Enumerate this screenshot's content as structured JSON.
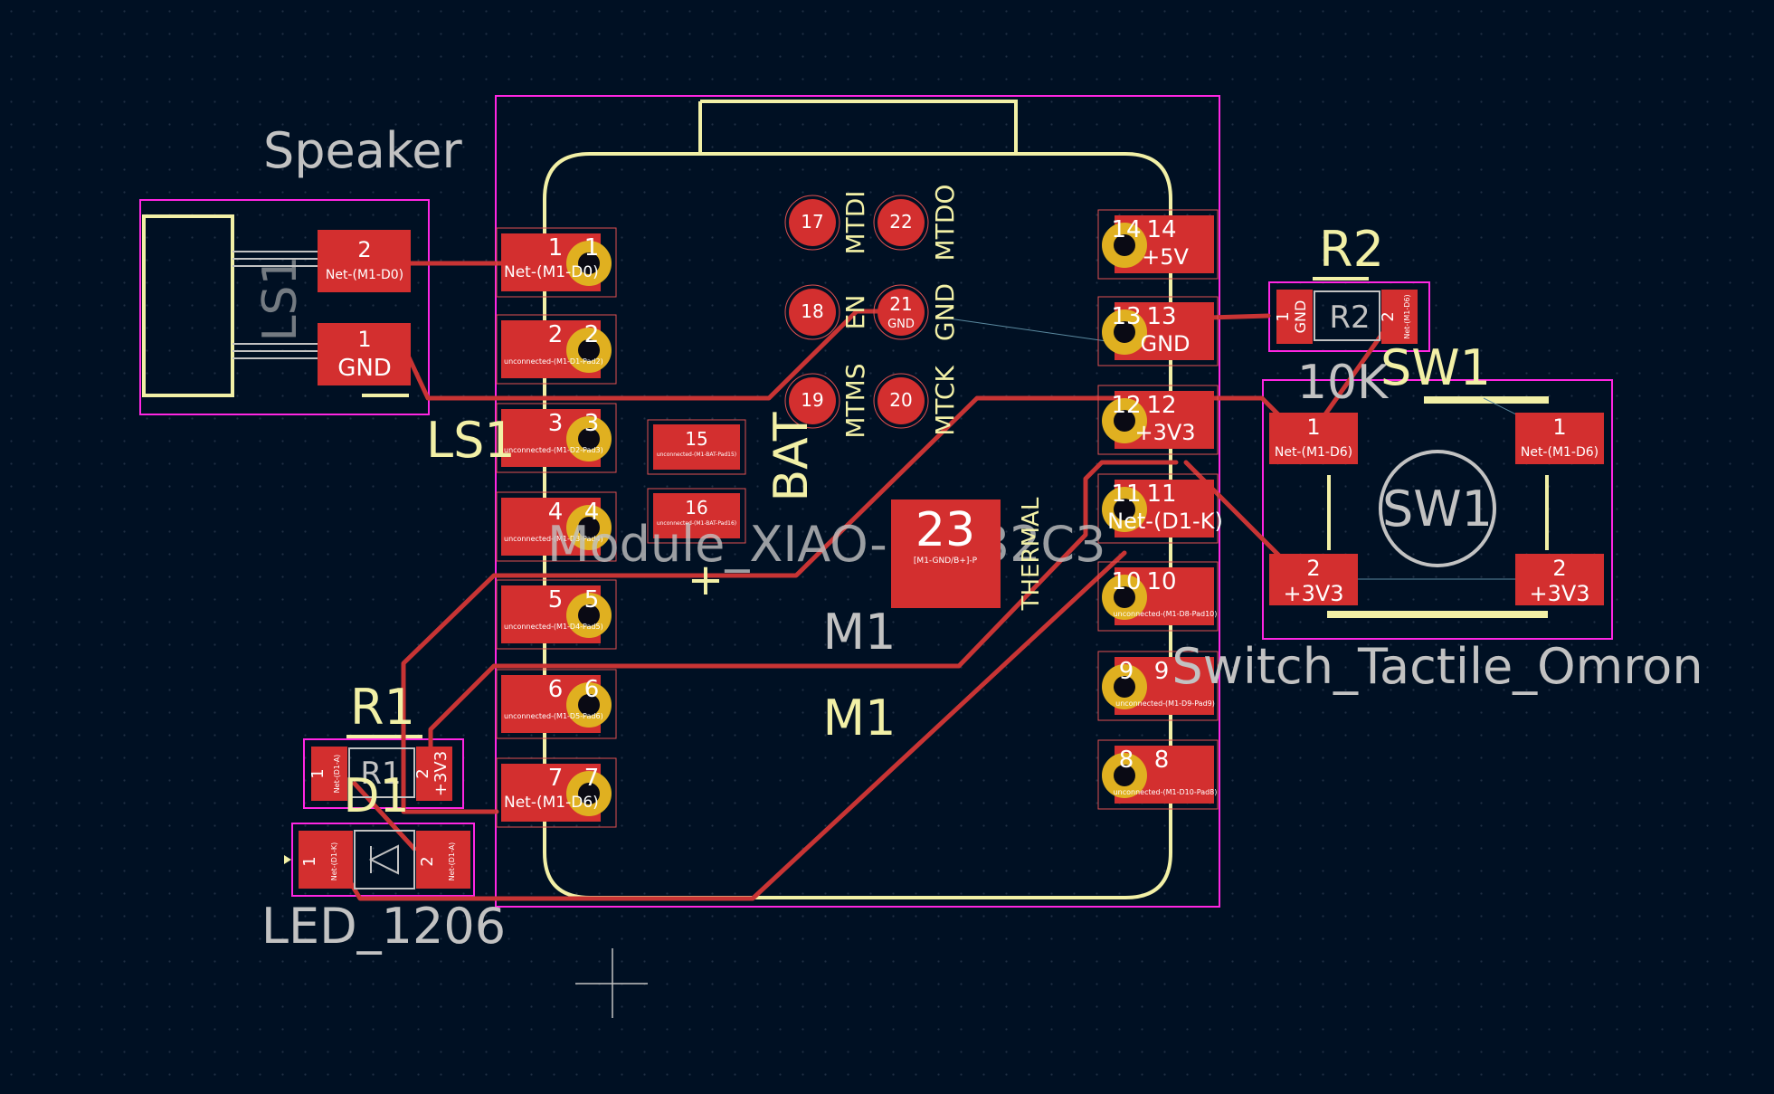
{
  "colors": {
    "background": "#001023",
    "grid_dot": "#1f2f44",
    "pad": "#d32f2f",
    "track": "#c83434",
    "pad_ring": "#e0b020",
    "silkscreen": "#f2f0a6",
    "courtyard": "#ff26e2",
    "fab_text": "#c2c2c2",
    "pad_outline": "#e05050",
    "ratsnest": "#5a8aa0"
  },
  "module": {
    "ref_top": "M1",
    "ref_bottom": "M1",
    "value": "Module_XIAO-ESP32C3",
    "bat_label": "BAT",
    "plus_label": "+",
    "thermal_label": "THERMAL",
    "thermal_pad": "23",
    "thermal_net": "[M1-GND/B+]-P",
    "left_pins": [
      {
        "num": "1",
        "net": "Net-(M1-D0)"
      },
      {
        "num": "2",
        "net": "unconnected-(M1-D1-Pad2)"
      },
      {
        "num": "3",
        "net": "unconnected-(M1-D2-Pad3)"
      },
      {
        "num": "4",
        "net": "unconnected-(M1-D3-Pad4)"
      },
      {
        "num": "5",
        "net": "unconnected-(M1-D4-Pad5)"
      },
      {
        "num": "6",
        "net": "unconnected-(M1-D5-Pad6)"
      },
      {
        "num": "7",
        "net": "Net-(M1-D6)"
      }
    ],
    "right_pins": [
      {
        "num": "14",
        "net": "+5V"
      },
      {
        "num": "13",
        "net": "GND"
      },
      {
        "num": "12",
        "net": "+3V3"
      },
      {
        "num": "11",
        "net": "Net-(D1-K)"
      },
      {
        "num": "10",
        "net": "unconnected-(M1-D8-Pad10)"
      },
      {
        "num": "9",
        "net": "unconnected-(M1-D9-Pad9)"
      },
      {
        "num": "8",
        "net": "unconnected-(M1-D10-Pad8)"
      }
    ],
    "bat_pads": [
      {
        "num": "15",
        "net": "unconnected-(M1-BAT-Pad15)"
      },
      {
        "num": "16",
        "net": "unconnected-(M1-BAT-Pad16)"
      }
    ],
    "jtag": [
      {
        "num": "17",
        "label": "MTDI",
        "net": ""
      },
      {
        "num": "22",
        "label": "MTDO",
        "net": ""
      },
      {
        "num": "18",
        "label": "EN",
        "net": ""
      },
      {
        "num": "21",
        "label": "GND",
        "net": "GND"
      },
      {
        "num": "19",
        "label": "MTMS",
        "net": ""
      },
      {
        "num": "20",
        "label": "MTCK",
        "net": ""
      }
    ]
  },
  "speaker": {
    "value": "Speaker",
    "ref": "LS1",
    "fab_ref": "LS1",
    "pad2_num": "2",
    "pad2_net": "Net-(M1-D0)",
    "pad1_num": "1",
    "pad1_net": "GND"
  },
  "r2": {
    "ref": "R2",
    "fab_ref": "R2",
    "value": "10K",
    "pad1_num": "1",
    "pad1_net": "GND",
    "pad2_num": "2",
    "pad2_net": "Net-(M1-D6)"
  },
  "sw1": {
    "ref": "SW1",
    "fab_ref": "SW1",
    "value": "Switch_Tactile_Omron",
    "pad1a_num": "1",
    "pad1a_net": "Net-(M1-D6)",
    "pad1b_num": "1",
    "pad1b_net": "Net-(M1-D6)",
    "pad2a_num": "2",
    "pad2a_net": "+3V3",
    "pad2b_num": "2",
    "pad2b_net": "+3V3"
  },
  "r1": {
    "ref": "R1",
    "fab_ref": "R1",
    "pad1_num": "1",
    "pad1_net": "Net-(D1-A)",
    "pad2_num": "2",
    "pad2_net": "+3V3"
  },
  "d1": {
    "ref": "D1",
    "value": "LED_1206",
    "pad1_num": "1",
    "pad1_net": "Net-(D1-K)",
    "pad2_num": "2",
    "pad2_net": "Net-(D1-A)"
  }
}
